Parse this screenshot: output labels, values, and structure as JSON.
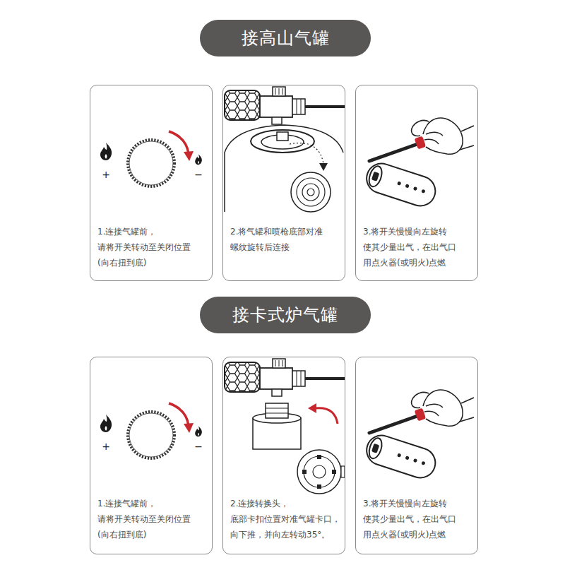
{
  "diagram": {
    "nodes": [
      {
        "text": [
          "接高山气罐"
        ]
      },
      {
        "text": [
          "1.连接气罐前， 请将开关转动至关闭位置 (向右扭到底)"
        ]
      },
      {
        "text": [
          "2.将气罐和喷枪底部对准 螺纹旋转后连接"
        ]
      },
      {
        "text": [
          "3.将开关慢慢向左旋转 使其少量出气，在出气口 用点火器(或明火)点燃"
        ]
      },
      {
        "text": [
          "接卡式炉气罐"
        ]
      },
      {
        "text": [
          "1.连接气罐前， 请将开关转动至关闭位置 (向右扭到底)"
        ]
      },
      {
        "text": [
          "2.连接转换头， 底部卡扣位置对准气罐卡口， 向下推，并向左转动35°。"
        ]
      },
      {
        "text": [
          "3.将开关慢慢向左旋转 使其少量出气，在出气口 用点火器(或明火)点燃"
        ]
      }
    ],
    "labels": [
      "+",
      "−",
      "+",
      "−"
    ]
  }
}
